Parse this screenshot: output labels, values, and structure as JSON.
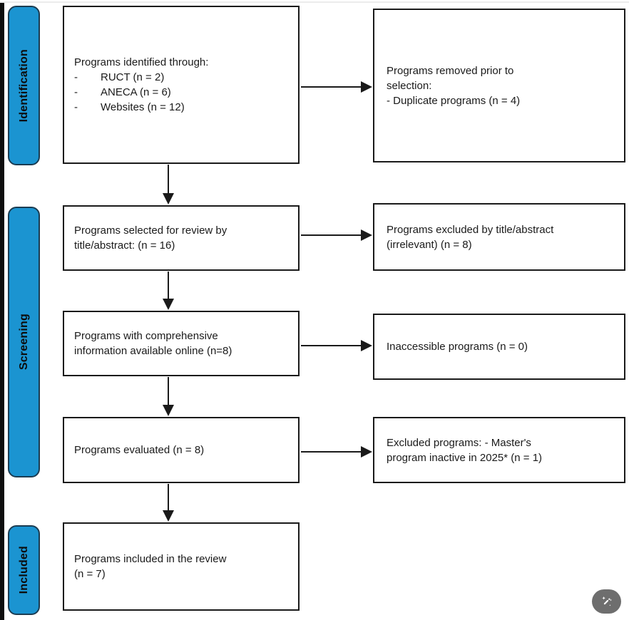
{
  "page": {
    "background": "#ffffff",
    "accent_blue": "#1b94d1",
    "box_border_color": "#1a1a1a",
    "arrow_color": "#1a1a1a",
    "left_strip_color": "#0e0e0e"
  },
  "stage_labels": {
    "identification": "Identification",
    "screening": "Screening",
    "included": "Included"
  },
  "boxes": {
    "identified": {
      "title": "Programs identified through:",
      "bullets": [
        {
          "marker": "-",
          "text": "RUCT (n = 2)"
        },
        {
          "marker": "-",
          "text": "ANECA (n = 6)"
        },
        {
          "marker": "-",
          "text": "Websites (n = 12)"
        }
      ]
    },
    "removed": {
      "text": "Programs removed prior to\nselection:\n- Duplicate programs (n = 4)"
    },
    "selected": {
      "text": "Programs selected for review by\ntitle/abstract: (n = 16)"
    },
    "excluded_title_abstract": {
      "text": "Programs excluded by title/abstract\n(irrelevant) (n = 8)"
    },
    "comprehensive": {
      "text": "Programs with comprehensive\ninformation available online (n=8)"
    },
    "inaccessible": {
      "text": "Inaccessible programs (n = 0)"
    },
    "evaluated": {
      "text": "Programs evaluated (n = 8)"
    },
    "excluded_inactive": {
      "text": "Excluded programs: - Master's\nprogram inactive in 2025* (n = 1)"
    },
    "included_review": {
      "text": "Programs included in the review\n(n = 7)"
    }
  },
  "overlay": {
    "wand_button": {
      "icon": "magic-wand-icon",
      "background": "#6e6e6e",
      "icon_color": "#ffffff"
    }
  }
}
